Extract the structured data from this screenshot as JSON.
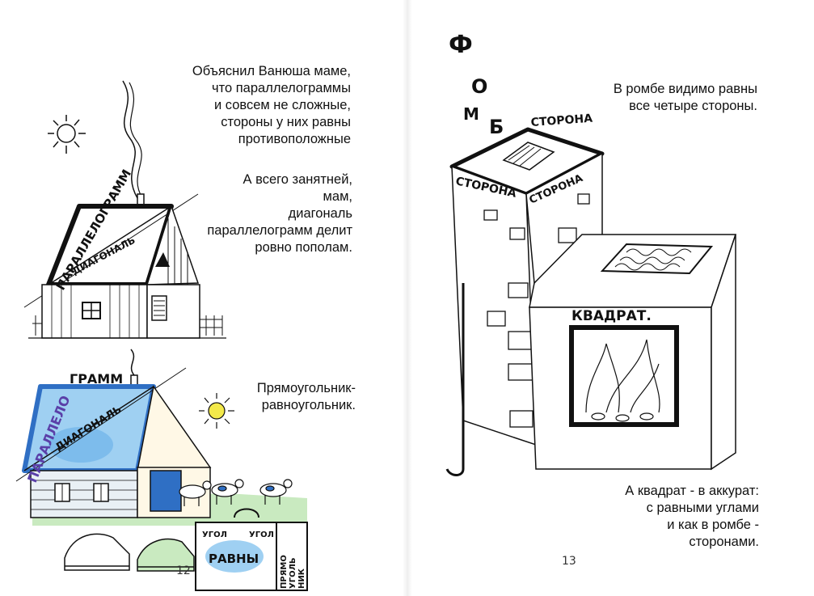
{
  "left_page": {
    "verse_1": "Объяснил Ванюша маме,\nчто параллелограммы\nи совсем не сложные,\nстороны у них равны\nпротивоположные",
    "verse_2": "А всего занятней,\nмам,\nдиагональ\nпараллелограмм делит\nровно пополам.",
    "verse_3": "Прямоугольник-\nравноугольник.",
    "page_number": "12",
    "illustrations": {
      "house_1": {
        "side_label": "ПАРАЛЛЕЛОГРАММ",
        "roof_label": "ДИАГОНАЛЬ"
      },
      "house_2": {
        "side_label_a": "ПАРАЛЛЕЛО",
        "side_label_b": "ГРАММ",
        "roof_label": "ДИАГОНАЛЬ"
      },
      "box": {
        "lid_label": "УГОЛ",
        "lid_label_2": "УГОЛ",
        "center_label": "РАВНЫ",
        "side_label_1": "ПРЯМО",
        "side_label_2": "УГОЛЬ",
        "side_label_3": "НИК"
      }
    },
    "colors": {
      "blue_roof": "#2f6fc4",
      "sky_blue": "#8cc4ee",
      "grass": "#b9e3b0",
      "sun": "#f3e94a"
    }
  },
  "right_page": {
    "verse_1": "В ромбе видимо равны\nвсе четыре стороны.",
    "verse_2": "А квадрат - в аккурат:\nс равными углами\nи как в ромбе -\nсторонами.",
    "page_number": "13",
    "illustrations": {
      "stove": {
        "top_label": "СТОРОНА",
        "front_label": "СТОРОНА",
        "side_label": "СТОРОНА",
        "oven_label": "КВАДРАТ.",
        "smoke_letters": [
          "Ф",
          "О",
          "М",
          "Б"
        ]
      }
    }
  }
}
